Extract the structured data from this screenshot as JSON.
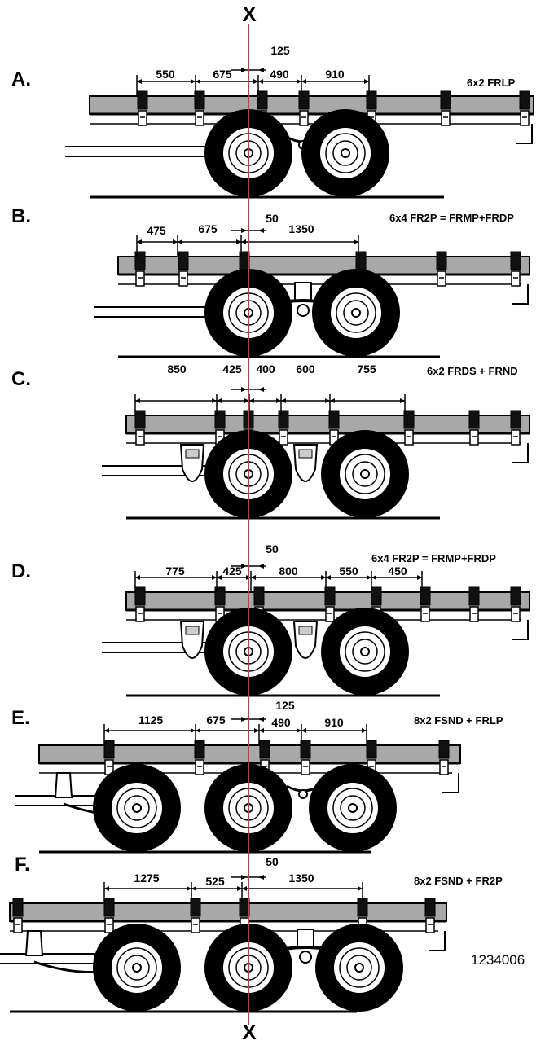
{
  "axis": {
    "top_label": "X",
    "bottom_label": "X",
    "line_color": "#e03030"
  },
  "figure_number": "1234006",
  "colors": {
    "rail": "#a8a8a8",
    "tyre": "#000000",
    "ink": "#000000"
  },
  "panels": [
    {
      "letter": "A.",
      "config": "6x2 FRLP",
      "dimensions": [
        "550",
        "675",
        "125",
        "490",
        "910"
      ],
      "axles": 2,
      "bogie": "leaf-spring"
    },
    {
      "letter": "B.",
      "config": "6x4 FR2P = FRMP+FRDP",
      "dimensions": [
        "475",
        "675",
        "50",
        "1350"
      ],
      "axles": 2,
      "bogie": "balance-beam"
    },
    {
      "letter": "C.",
      "config": "6x2 FRDS + FRND",
      "dimensions": [
        "850",
        "425",
        "400",
        "600",
        "755"
      ],
      "axles": 2,
      "bogie": "air-suspension"
    },
    {
      "letter": "D.",
      "config": "6x4 FR2P = FRMP+FRDP",
      "dimensions": [
        "775",
        "425",
        "50",
        "800",
        "550",
        "450"
      ],
      "axles": 2,
      "bogie": "air-suspension"
    },
    {
      "letter": "E.",
      "config": "8x2 FSND + FRLP",
      "dimensions": [
        "1125",
        "675",
        "125",
        "490",
        "910"
      ],
      "axles": 3,
      "bogie": "leaf-spring"
    },
    {
      "letter": "F.",
      "config": "8x2 FSND + FR2P",
      "dimensions": [
        "1275",
        "525",
        "50",
        "1350"
      ],
      "axles": 3,
      "bogie": "balance-beam"
    }
  ]
}
